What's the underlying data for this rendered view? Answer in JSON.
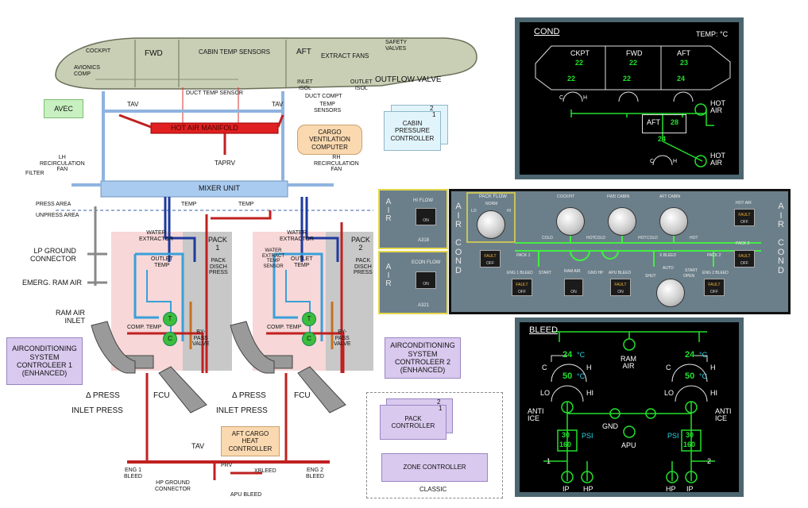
{
  "diagram": {
    "fuselage": {
      "cockpit": "COCKPIT",
      "fwd": "FWD",
      "cabin_temp_sensors": "CABIN TEMP SENSORS",
      "aft": "AFT",
      "extract_fans": "EXTRACT FANS",
      "safety_valves": "SAFETY\nVALVES",
      "avionics_comp": "AVIONICS\nCOMP",
      "inlet_isol": "INLET\nISOL",
      "outlet_isol": "OUTLET\nISOL",
      "outflow_valve": "OUTFLOW VALVE",
      "duct_compt": "DUCT COMPT",
      "temp_sensors": "TEMP\nSENSORS",
      "duct_temp_sensor": "DUCT TEMP SENSOR"
    },
    "avec": "AVEC",
    "tav_left": "TAV",
    "tav_right": "TAV",
    "hot_air_manifold": "HOT AIR MANIFOLD",
    "taprv": "TAPRV",
    "cargo_ventilation_computer": "CARGO\nVENTILATION\nCOMPUTER",
    "cabin_pressure_controller": {
      "label": "CABIN\nPRESSURE\nCONTROLLER",
      "n1": "1",
      "n2": "2"
    },
    "lh_recirc_fan": "LH\nRECIRCULATION\nFAN",
    "rh_recirc_fan": "RH\nRECIRCULATION\nFAN",
    "filter": "FILTER",
    "mixer_unit": "MIXER UNIT",
    "press_area": "PRESS AREA",
    "unpress_area": "UNPRESS AREA",
    "temp_left": "TEMP",
    "temp_right": "TEMP",
    "lp_ground_connector": "LP GROUND\nCONNECTOR",
    "emerg_ram_air": "EMERG. RAM AIR",
    "ram_air_inlet": "RAM  AIR\nINLET",
    "pack1": {
      "title": "PACK\n1",
      "water_extractor": "WATER\nEXTRACTOR",
      "outlet_temp": "OUTLET\nTEMP",
      "pack_disch_press": "PACK\nDISCH\nPRESS",
      "comp_temp": "COMP. TEMP",
      "bypass_valve": "BY-\nPASS\nVALVE",
      "t": "T",
      "c": "C"
    },
    "pack2": {
      "title": "PACK\n2",
      "water_extractor": "WATER\nEXTRACTOR",
      "water_extract_temp_sensor": "WATER\nEXTRACT\nTEMP\nSENSOR",
      "outlet_temp": "OUTLET\nTEMP",
      "pack_disch_press": "PACK\nDISCH\nPRESS",
      "comp_temp": "COMP. TEMP",
      "bypass_valve": "BY-\nPASS\nVALVE",
      "t": "T",
      "c": "C"
    },
    "acsc1": "AIRCONDITIONING\nSYSTEM\nCONTROLEER 1\n(ENHANCED)",
    "acsc2": "AIRCONDITIONING\nSYSTEM\nCONTROLEER 2\n(ENHANCED)",
    "delta_press_left": "Δ PRESS",
    "inlet_press_left": "INLET PRESS",
    "fcu_left": "FCU",
    "delta_press_right": "Δ PRESS",
    "inlet_press_right": "INLET PRESS",
    "fcu_right": "FCU",
    "aft_cargo_heat_controller": "AFT CARGO\nHEAT\nCONTROLLER",
    "tav_bottom": "TAV",
    "prv": "PRV",
    "xbleed": "XBLEED",
    "eng1_bleed": "ENG 1\nBLEED",
    "eng2_bleed": "ENG 2\nBLEED",
    "hp_ground_connector": "HP GROUND\nCONNECTOR",
    "apu_bleed": "APU BLEED",
    "classic": {
      "pack_controller": "PACK\nCONTROLLER",
      "n1": "1",
      "n2": "2",
      "zone_controller": "ZONE CONTROLLER",
      "label": "CLASSIC"
    }
  },
  "cond_page": {
    "title": "COND",
    "temp_unit": "TEMP: °C",
    "zones": [
      {
        "name": "CKPT",
        "temp": "22",
        "duct": "22"
      },
      {
        "name": "FWD",
        "temp": "22",
        "duct": "22"
      },
      {
        "name": "AFT",
        "temp": "23",
        "duct": "24"
      }
    ],
    "hot_air_1": "HOT\nAIR",
    "aft_cargo": {
      "name": "AFT",
      "temp": "28",
      "duct": "24"
    },
    "hot_air_2": "HOT\nAIR",
    "c": "C",
    "h": "H"
  },
  "a318_panel": {
    "hi_flow": "HI FLOW",
    "on": "ON",
    "model": "A318",
    "side": "A\nI\nR"
  },
  "a321_panel": {
    "econ_flow": "ECON FLOW",
    "on": "ON",
    "model": "A321",
    "side": "A\nI\nR"
  },
  "aircond_panel": {
    "pack_flow": "PACK FLOW",
    "norm": "NORM",
    "lo": "LO",
    "hi": "HI",
    "cockpit": "COCKPIT",
    "fwd_cabin": "FWD CABIN",
    "aft_cabin": "AFT CABIN",
    "hot_air": "HOT AIR",
    "cold": "COLD",
    "hot": "HOT",
    "pack1": "PACK 1",
    "pack2": "PACK 2",
    "x_bleed": "X BLEED",
    "eng1_bleed": "ENG 1 BLEED",
    "eng2_bleed": "ENG 2 BLEED",
    "start": "START",
    "ram_air": "RAM AIR",
    "gnd_hp": "GND HP",
    "apu_bleed": "APU BLEED",
    "shut": "SHUT",
    "auto": "AUTO",
    "open": "OPEN",
    "fault": "FAULT",
    "off": "OFF",
    "on": "ON",
    "side_left": "A\nI\nR\n\nC\nO\nN\nD",
    "side_right": "A\nI\nR\n\nC\nO\nN\nD"
  },
  "bleed_page": {
    "title": "BLEED",
    "left": {
      "temp": "24",
      "out": "50",
      "psi": "30",
      "psi2": "160",
      "eng": "1",
      "anti_ice": "ANTI\nICE"
    },
    "right": {
      "temp": "24",
      "out": "50",
      "psi": "30",
      "psi2": "160",
      "eng": "2",
      "anti_ice": "ANTI\nICE"
    },
    "unit": "°C",
    "psi_label": "PSI",
    "ram_air": "RAM\nAIR",
    "gnd": "GND",
    "apu": "APU",
    "c": "C",
    "h": "H",
    "lo": "LO",
    "hi": "HI",
    "ip": "IP",
    "hp": "HP"
  }
}
